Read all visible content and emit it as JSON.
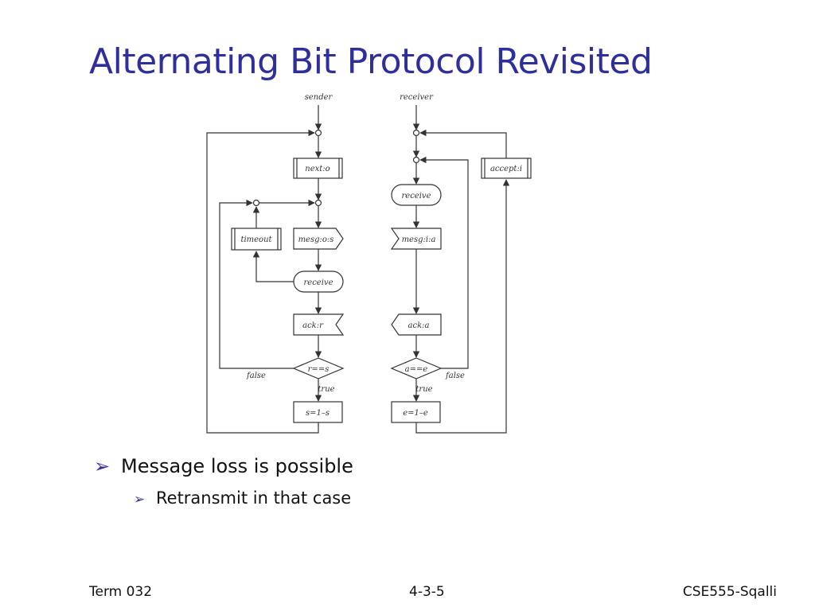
{
  "slide": {
    "title": "Alternating Bit Protocol Revisited"
  },
  "diagram": {
    "sender_label": "sender",
    "receiver_label": "receiver",
    "sender": {
      "next": "next:o",
      "timeout": "timeout",
      "mesg": "mesg:o:s",
      "receive": "receive",
      "ack": "ack:r",
      "decision": "r==s",
      "false_label": "false",
      "true_label": "true",
      "assign": "s=1–s"
    },
    "receiver": {
      "receive": "receive",
      "mesg": "mesg:i:a",
      "accept": "accept:i",
      "ack": "ack:a",
      "decision": "a==e",
      "false_label": "false",
      "true_label": "true",
      "assign": "e=1–e"
    }
  },
  "bullets": [
    {
      "text": "Message loss is possible",
      "sub": [
        {
          "text": "Retransmit in that case"
        }
      ]
    }
  ],
  "footer": {
    "left": "Term 032",
    "center": "4-3-5",
    "right": "CSE555-Sqalli"
  }
}
